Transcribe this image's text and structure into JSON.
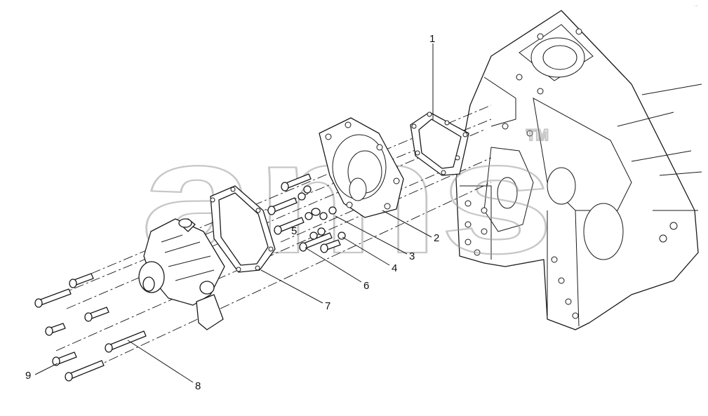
{
  "diagram": {
    "callouts": [
      {
        "label": "1"
      },
      {
        "label": "2"
      },
      {
        "label": "3"
      },
      {
        "label": "4"
      },
      {
        "label": "5"
      },
      {
        "label": "6"
      },
      {
        "label": "7"
      },
      {
        "label": "8"
      },
      {
        "label": "9"
      }
    ],
    "watermark": {
      "text": "ams",
      "trademark": "TM"
    },
    "corner_mark": "···",
    "line_color": "#1a1a1a",
    "watermark_color": "#9a9a9a"
  }
}
